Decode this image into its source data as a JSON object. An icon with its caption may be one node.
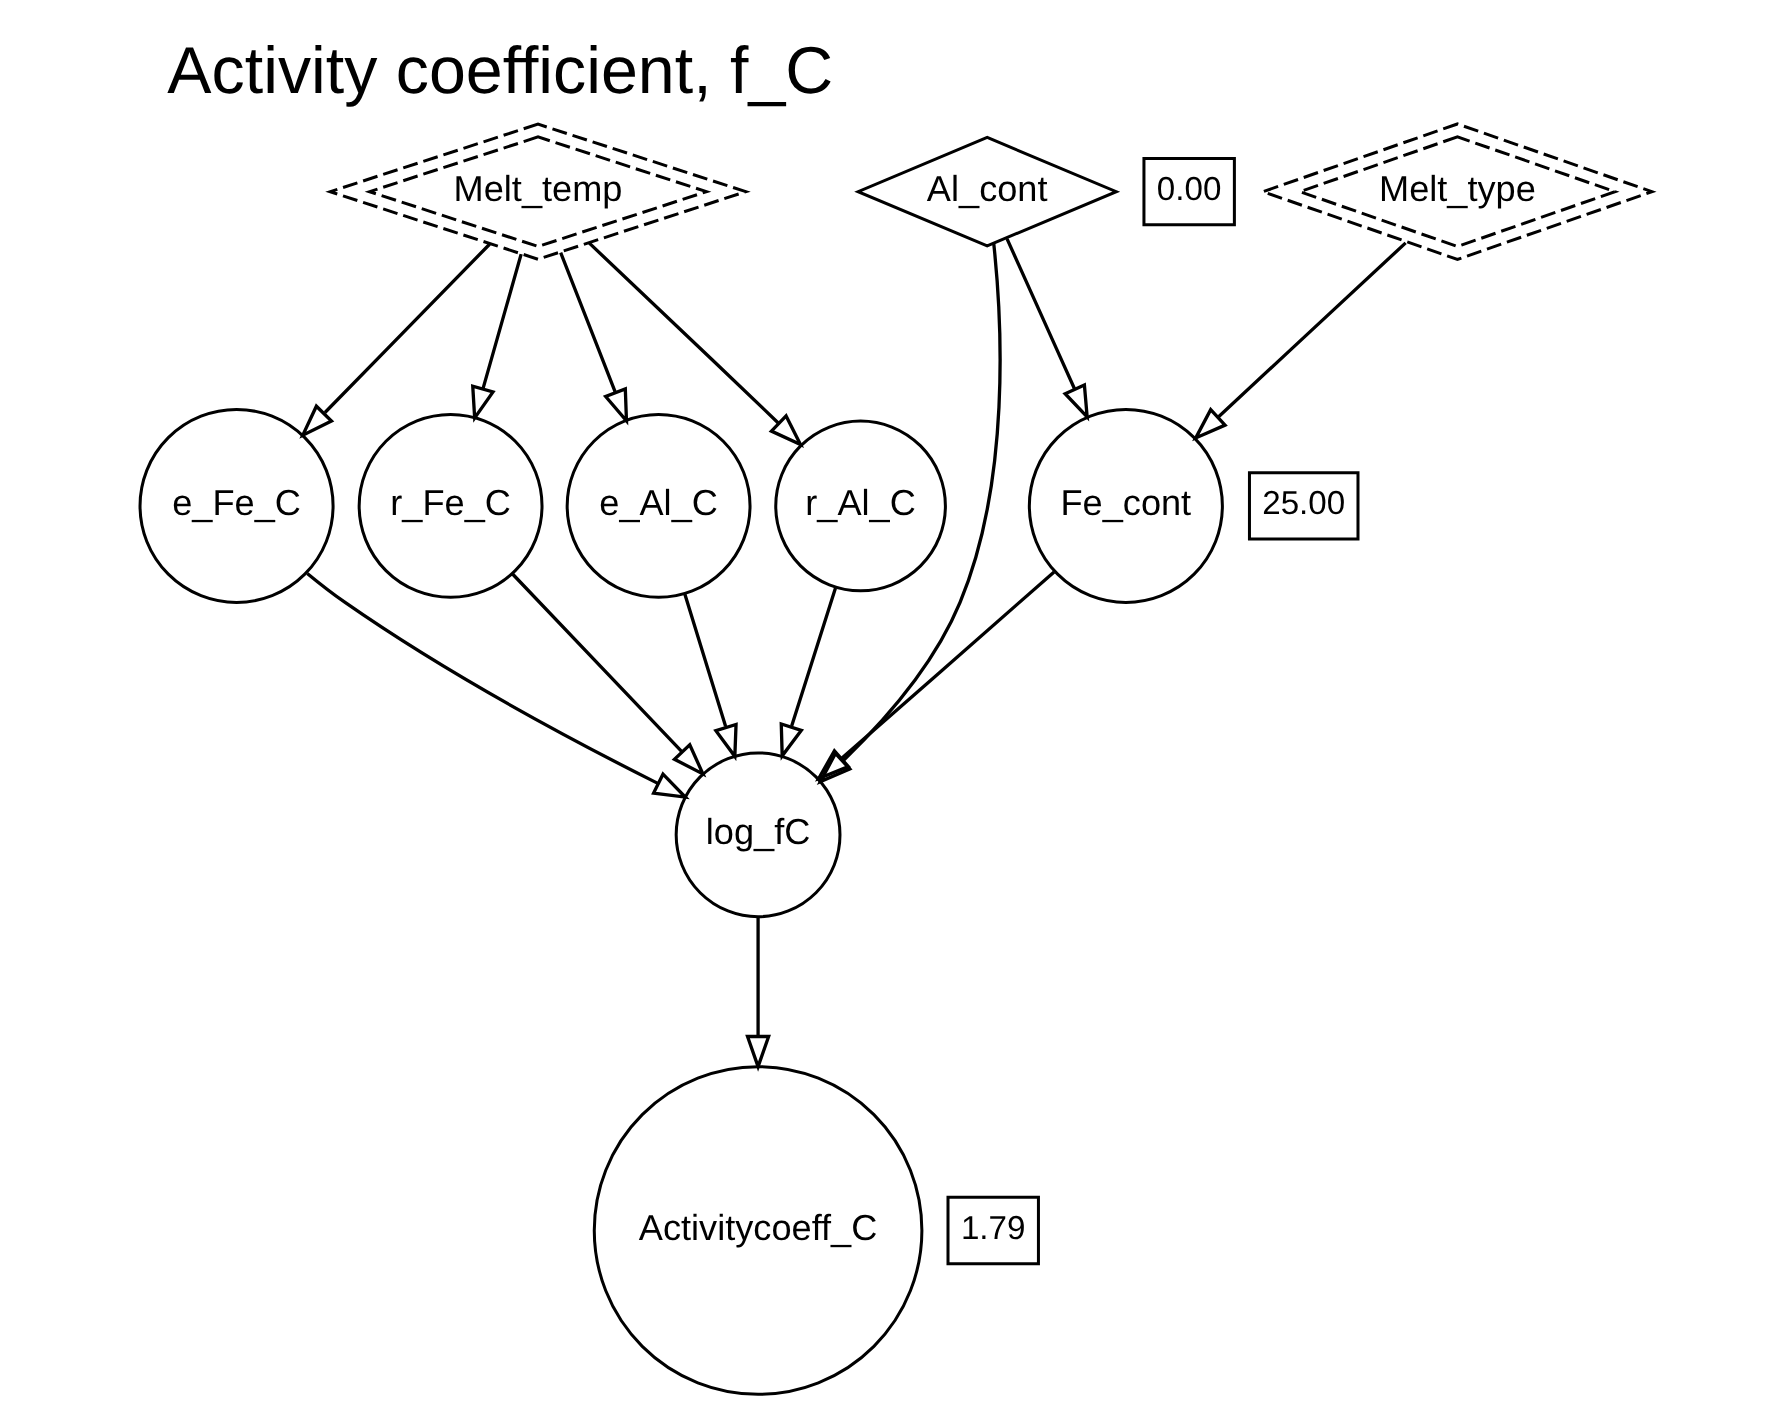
{
  "diagram": {
    "title": "Activity coefficient, f_C",
    "nodes": [
      {
        "text": [
          "Melt_temp"
        ]
      },
      {
        "text": [
          "e_Fe_C"
        ]
      },
      {
        "text": [
          "r_Fe_C"
        ]
      },
      {
        "text": [
          "e_Al_C"
        ]
      },
      {
        "text": [
          "r_Al_C"
        ]
      },
      {
        "text": [
          "log_fC"
        ]
      },
      {
        "text": [
          "Al_cont"
        ],
        "beside": [
          "0.00"
        ]
      },
      {
        "text": [
          "Melt_type"
        ]
      },
      {
        "text": [
          "Fe_cont"
        ],
        "beside": [
          "25.00"
        ]
      },
      {
        "text": [
          "Activitycoeff_C"
        ],
        "beside": [
          "1.79"
        ]
      }
    ],
    "edges": [
      {
        "from": 0,
        "to": 1,
        "arrow": "to"
      },
      {
        "from": 0,
        "to": 2,
        "arrow": "to"
      },
      {
        "from": 0,
        "to": 3,
        "arrow": "to"
      },
      {
        "from": 0,
        "to": 4,
        "arrow": "to"
      },
      {
        "from": 1,
        "to": 5,
        "arrow": "to"
      },
      {
        "from": 2,
        "to": 5,
        "arrow": "to"
      },
      {
        "from": 3,
        "to": 5,
        "arrow": "to"
      },
      {
        "from": 4,
        "to": 5,
        "arrow": "to"
      },
      {
        "from": 6,
        "to": 5,
        "arrow": "to"
      },
      {
        "from": 6,
        "to": 8,
        "arrow": "to"
      },
      {
        "from": 8,
        "to": 5,
        "arrow": "to"
      },
      {
        "from": 7,
        "to": 8,
        "arrow": "to"
      },
      {
        "from": 5,
        "to": 9,
        "arrow": "to"
      }
    ]
  }
}
